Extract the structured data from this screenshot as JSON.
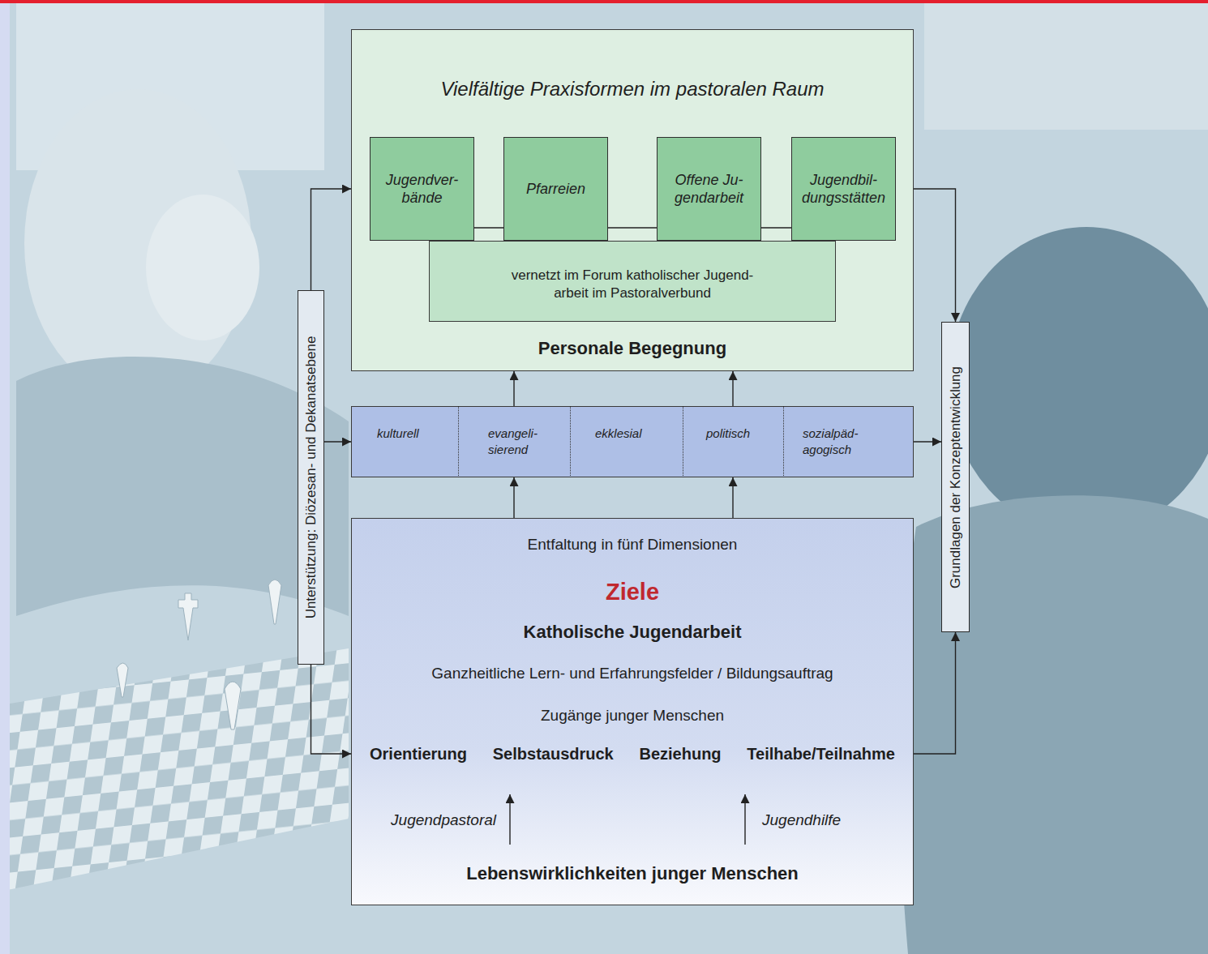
{
  "diagram": {
    "nodes": [
      {
        "text": [
          "Vielfältige Praxisformen im pastoralen Raum",
          "Personale Begegnung"
        ]
      },
      {
        "text": [
          "Jugendver- bände"
        ],
        "in": 0
      },
      {
        "text": [
          "Pfarreien"
        ],
        "in": 0
      },
      {
        "text": [
          "Offene Ju- gendarbeit"
        ],
        "in": 0
      },
      {
        "text": [
          "Jugendbil- dungsstätten"
        ],
        "in": 0
      },
      {
        "text": [
          "vernetzt im Forum katholischer Jugend- arbeit im Pastoralverbund"
        ],
        "in": 0
      },
      {
        "text": [
          "kulturell"
        ]
      },
      {
        "text": [
          "evangeli- sierend"
        ]
      },
      {
        "text": [
          "ekklesial"
        ]
      },
      {
        "text": [
          "politisch"
        ]
      },
      {
        "text": [
          "sozialpäd- agogisch"
        ]
      },
      {
        "text": [
          "Entfaltung in fünf Dimensionen",
          "Ziele",
          "Katholische Jugendarbeit",
          "Ganzheitliche Lern- und Erfahrungsfelder / Bildungsauftrag",
          "Zugänge junger Menschen",
          "Orientierung",
          "Selbstausdruck",
          "Beziehung",
          "Teilhabe/Teilnahme",
          "Jugendpastoral",
          "Jugendhilfe",
          "Lebenswirklichkeiten junger Menschen"
        ]
      },
      {
        "text": [
          "Unterstützung: Diözesan- und Dekanatsebene"
        ]
      },
      {
        "text": [
          "Grundlagen der Konzeptentwicklung"
        ]
      }
    ],
    "edges": [
      {
        "from": 12,
        "to": 0,
        "arrow": "to"
      },
      {
        "from": 12,
        "to": 6,
        "arrow": "to"
      },
      {
        "from": 12,
        "to": 11,
        "arrow": "to"
      },
      {
        "from": 0,
        "to": 13,
        "arrow": "to"
      },
      {
        "from": 10,
        "to": 13,
        "arrow": "to"
      },
      {
        "from": 11,
        "to": 13,
        "arrow": "to"
      },
      {
        "from": 11,
        "to": 7,
        "arrow": "to"
      },
      {
        "from": 11,
        "to": 9,
        "arrow": "to"
      },
      {
        "from": 7,
        "to": 0,
        "arrow": "to"
      },
      {
        "from": 9,
        "to": 0,
        "arrow": "to"
      },
      {
        "from": 1,
        "to": 2,
        "arrow": "none"
      },
      {
        "from": 2,
        "to": 3,
        "arrow": "none"
      },
      {
        "from": 3,
        "to": 4,
        "arrow": "none"
      }
    ]
  }
}
